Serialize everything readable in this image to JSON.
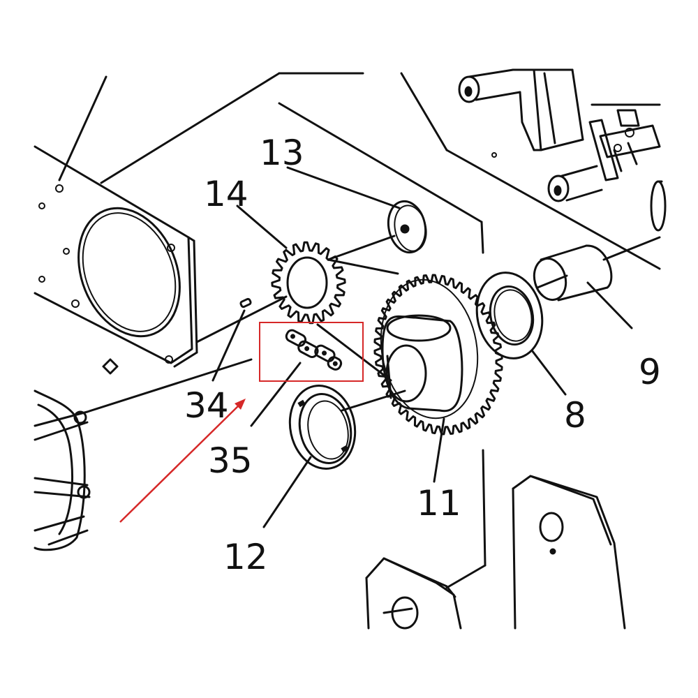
{
  "labels": {
    "p13": "13",
    "p14": "14",
    "p34": "34",
    "p35": "35",
    "p12": "12",
    "p11": "11",
    "p8": "8",
    "p9": "9"
  },
  "colors": {
    "ink": "#111111",
    "highlight": "#d62828",
    "background": "#ffffff"
  },
  "highlight": {
    "target_part": "35",
    "indicator": "red-arrow"
  }
}
